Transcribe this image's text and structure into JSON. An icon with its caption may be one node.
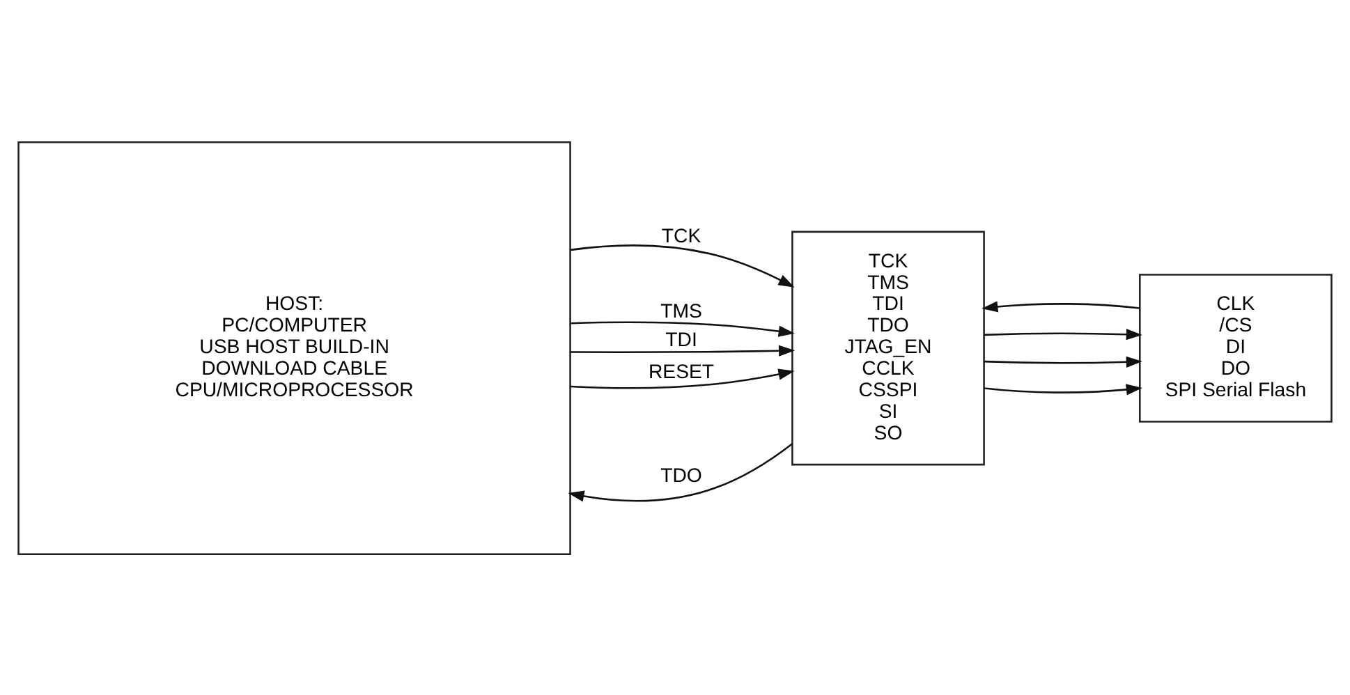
{
  "diagram": {
    "nodes": [
      {
        "text": [
          "HOST:",
          "PC/COMPUTER",
          "USB HOST BUILD-IN",
          "DOWNLOAD CABLE",
          "CPU/MICROPROCESSOR"
        ]
      },
      {
        "text": [
          "TCK",
          "TMS",
          "TDI",
          "TDO",
          "JTAG_EN",
          "CCLK",
          "CSSPI",
          "SI",
          "SO"
        ]
      },
      {
        "text": [
          "CLK",
          "/CS",
          "DI",
          "DO",
          "SPI Serial Flash"
        ]
      }
    ],
    "edges": [
      {
        "from": 1,
        "to": 0,
        "arrow": "to",
        "label": "TDO"
      },
      {
        "from": 0,
        "to": 1,
        "arrow": "to",
        "label": "TCK"
      },
      {
        "from": 0,
        "to": 1,
        "arrow": "to",
        "label": "TMS"
      },
      {
        "from": 0,
        "to": 1,
        "arrow": "to",
        "label": "TDI"
      },
      {
        "from": 0,
        "to": 1,
        "arrow": "to",
        "label": "RESET"
      },
      {
        "from": 1,
        "to": 2,
        "arrow": "to"
      },
      {
        "from": 1,
        "to": 2,
        "arrow": "to"
      },
      {
        "from": 1,
        "to": 2,
        "arrow": "to"
      },
      {
        "from": 2,
        "to": 1,
        "arrow": "to"
      }
    ]
  }
}
